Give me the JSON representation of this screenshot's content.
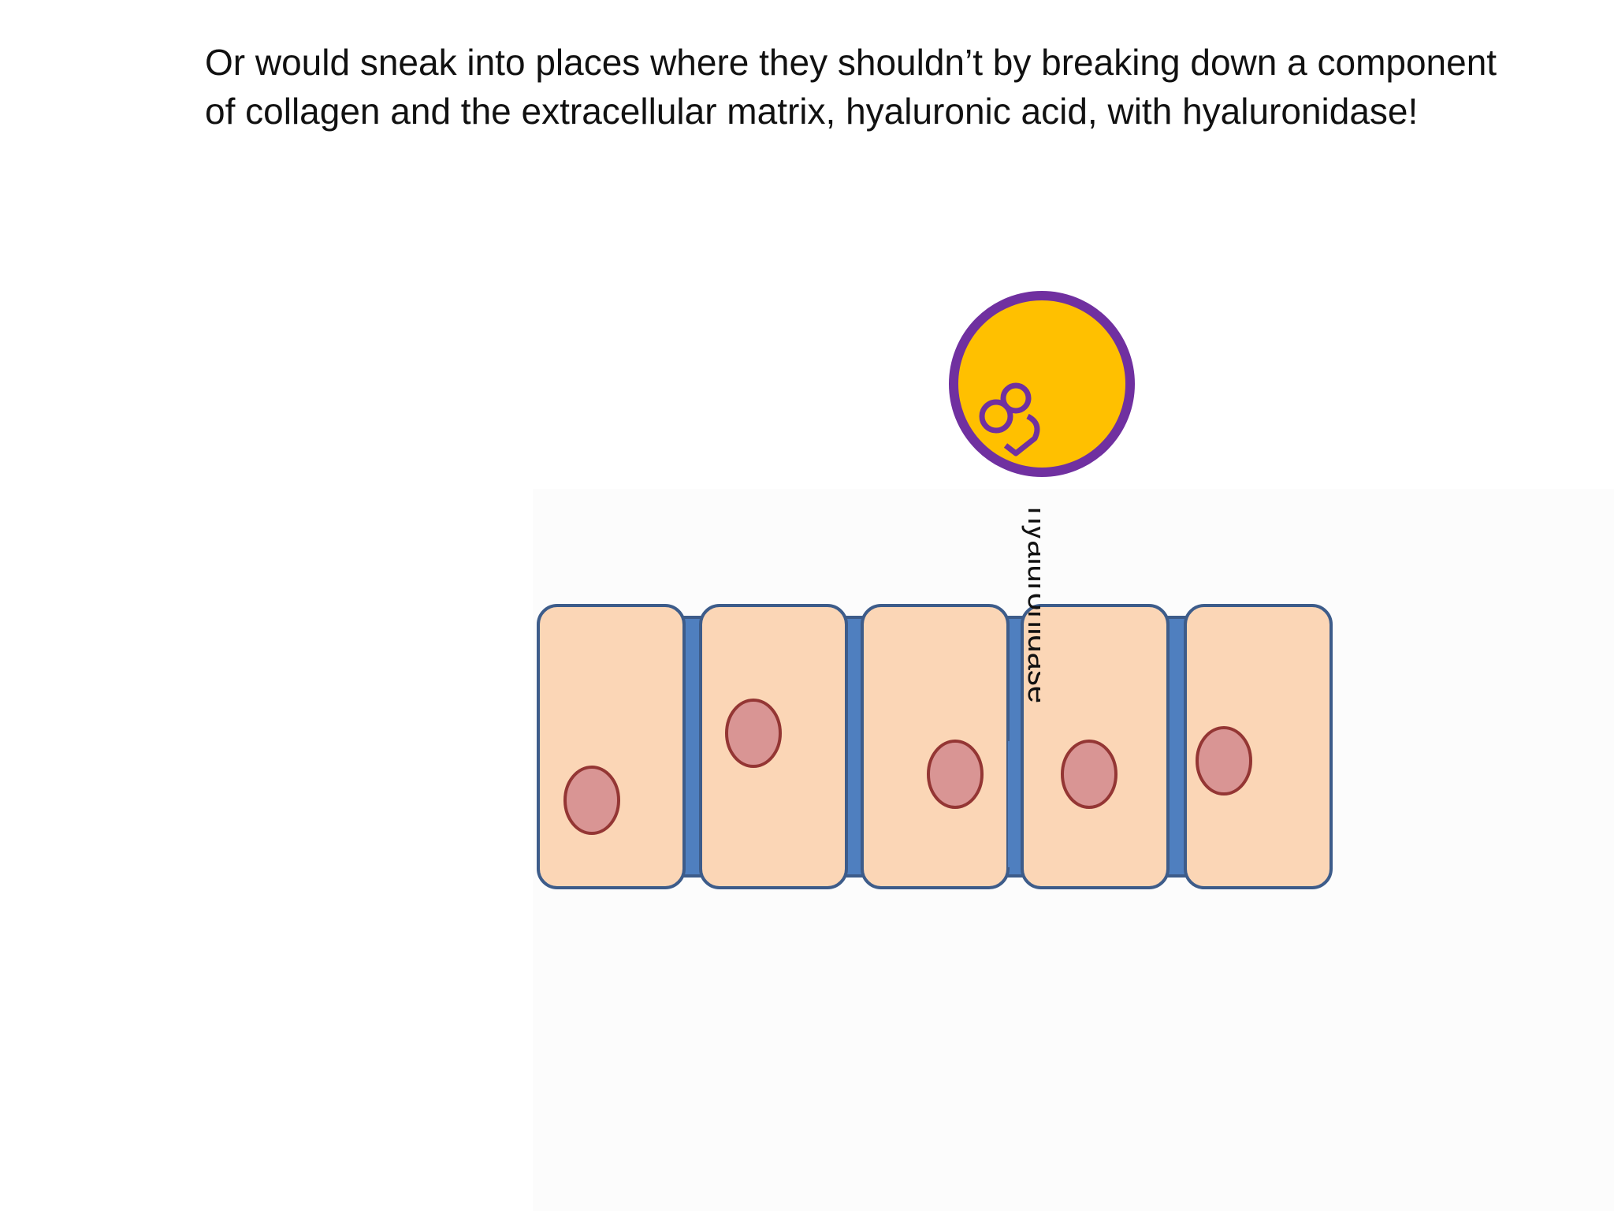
{
  "slide": {
    "body_text": "Or would sneak into places where they shouldn’t by breaking down a component of collagen and the extracellular matrix, hyaluronic acid, with hyaluronidase!"
  },
  "diagram": {
    "enzyme_label": "hyaluronidase",
    "colors": {
      "cell_fill": "#fbd6b6",
      "cell_border": "#3d5c8a",
      "matrix_fill": "#4f7fbf",
      "nucleus_fill": "#d99594",
      "nucleus_border": "#943634",
      "bacterium_fill": "#ffc000",
      "bacterium_border": "#7030a0"
    },
    "cells": [
      {
        "name": "cell-1"
      },
      {
        "name": "cell-2"
      },
      {
        "name": "cell-3"
      },
      {
        "name": "cell-4"
      },
      {
        "name": "cell-5"
      }
    ]
  }
}
